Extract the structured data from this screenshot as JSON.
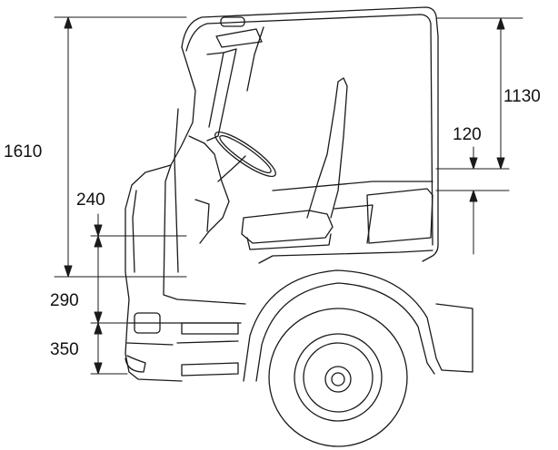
{
  "dimensions": {
    "overall_height": "1610",
    "cab_interior_height": "1130",
    "floor_step": "120",
    "upper_step_height": "240",
    "middle_step_height": "290",
    "lower_step_height": "350"
  }
}
